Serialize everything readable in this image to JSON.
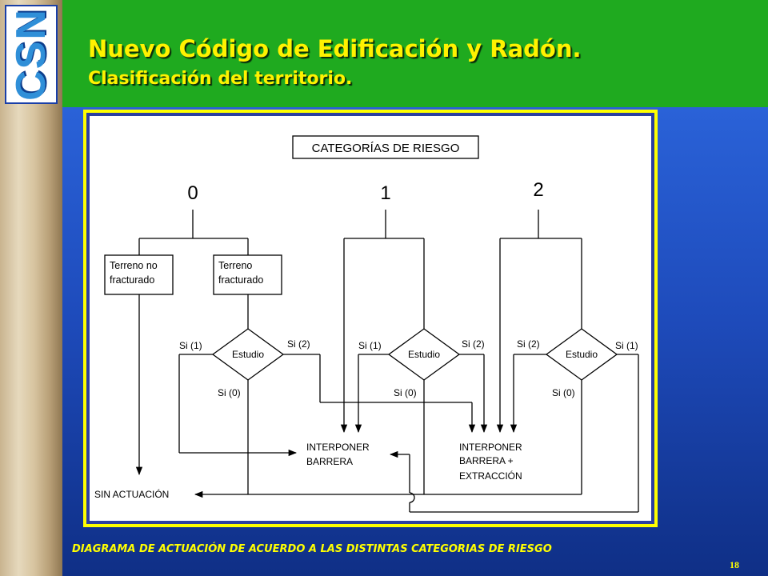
{
  "logo": {
    "text": "CSN"
  },
  "header": {
    "title": "Nuevo Código de Edificación y Radón.",
    "subtitle": "Clasificación del territorio."
  },
  "diagram": {
    "heading": "CATEGORÍAS DE RIESGO",
    "categories": [
      "0",
      "1",
      "2"
    ],
    "boxes": {
      "no_fracturado": [
        "Terreno no",
        "fracturado"
      ],
      "fracturado": [
        "Terreno",
        "fracturado"
      ]
    },
    "decision_label": "Estudio",
    "branch_labels": {
      "si1": "Si (1)",
      "si2": "Si (2)",
      "si0": "Si (0)"
    },
    "outcomes": {
      "barrera": [
        "INTERPONER",
        "BARRERA"
      ],
      "barrera_extraccion": [
        "INTERPONER",
        "BARRERA +",
        "EXTRACCIÓN"
      ],
      "sin_actuacion": "SIN ACTUACIÓN"
    }
  },
  "caption": "DIAGRAMA DE ACTUACIÓN DE ACUERDO A LAS DISTINTAS CATEGORIAS DE  RIESGO",
  "page_number": "18"
}
